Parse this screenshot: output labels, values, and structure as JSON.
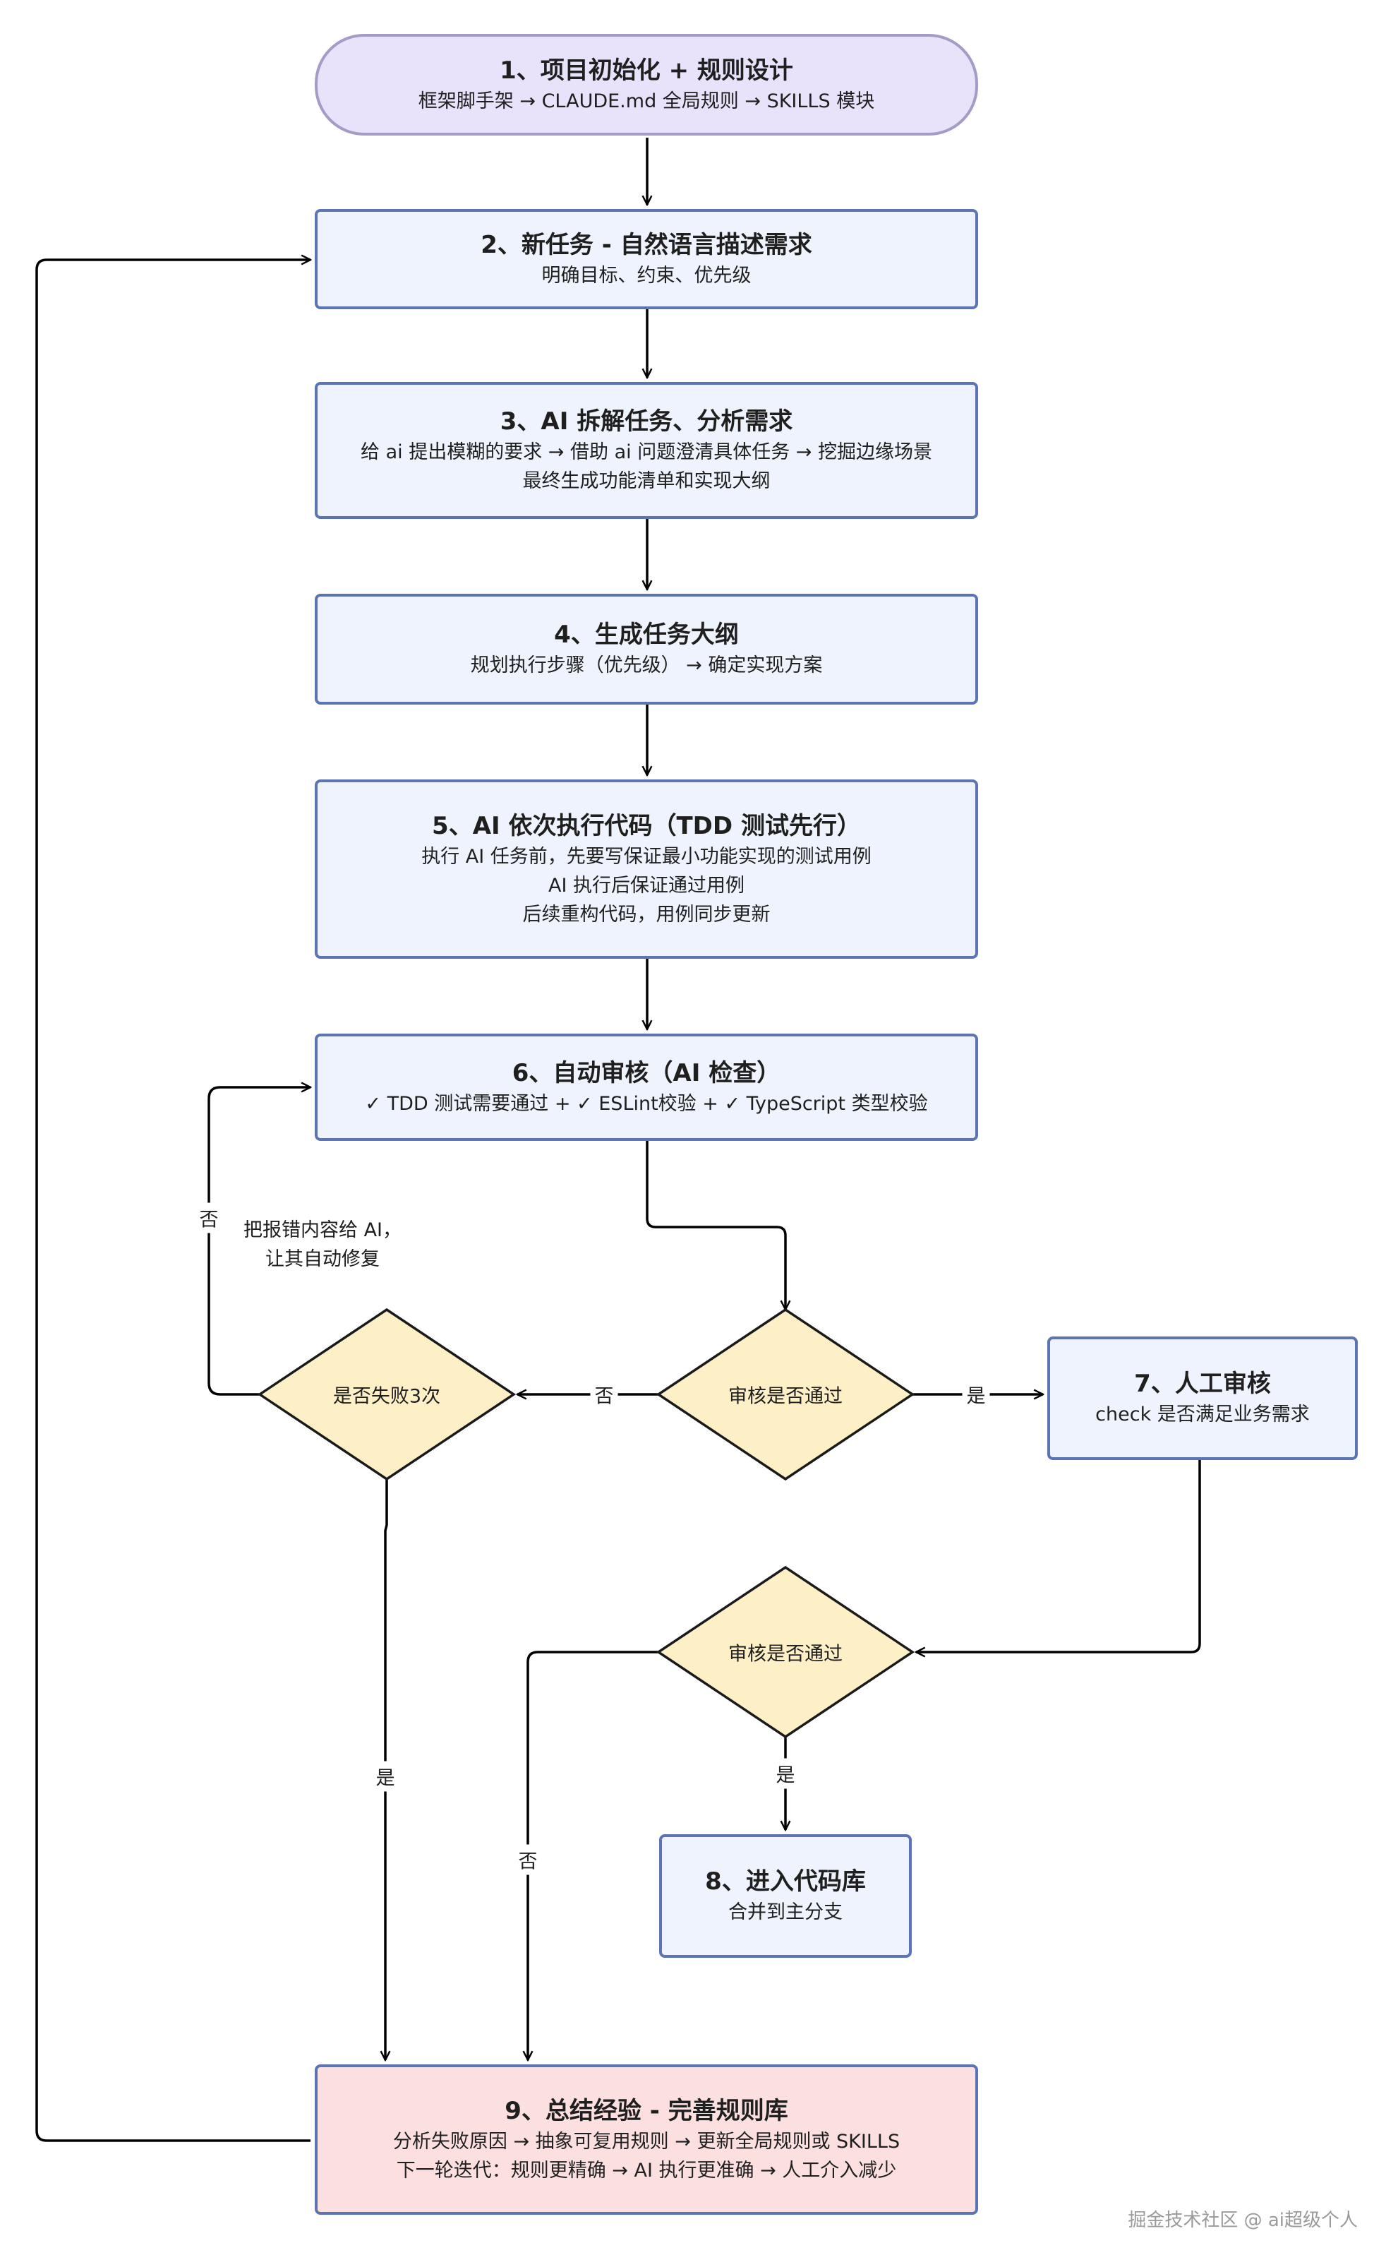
{
  "colors": {
    "line": "#000000",
    "box_border": "#5c74b4",
    "box_fill": "#eef3fd",
    "start_fill": "#e8e3fa",
    "start_border": "#a59cc5",
    "summary_fill": "#fce0df",
    "decision_fill": "#fdf0c6",
    "decision_border": "#1a1a1a"
  },
  "nodes": {
    "step1": {
      "title": "1、项目初始化 + 规则设计",
      "lines": [
        "框架脚手架 → CLAUDE.md 全局规则 → SKILLS 模块"
      ]
    },
    "step2": {
      "title": "2、新任务 - 自然语言描述需求",
      "lines": [
        "明确目标、约束、优先级"
      ]
    },
    "step3": {
      "title": "3、AI 拆解任务、分析需求",
      "lines": [
        "给 ai 提出模糊的要求 → 借助 ai 问题澄清具体任务 → 挖掘边缘场景",
        "最终生成功能清单和实现大纲"
      ]
    },
    "step4": {
      "title": "4、生成任务大纲",
      "lines": [
        "规划执行步骤（优先级） → 确定实现方案"
      ]
    },
    "step5": {
      "title": "5、AI 依次执行代码（TDD 测试先行）",
      "lines": [
        "执行 AI 任务前，先要写保证最小功能实现的测试用例",
        "AI 执行后保证通过用例",
        "后续重构代码，用例同步更新"
      ]
    },
    "step6": {
      "title": "6、自动审核（AI 检查）",
      "lines": [
        "✓ TDD 测试需要通过 + ✓ ESLint校验 + ✓ TypeScript 类型校验"
      ]
    },
    "step7": {
      "title": "7、人工审核",
      "lines": [
        "check 是否满足业务需求"
      ]
    },
    "step8": {
      "title": "8、进入代码库",
      "lines": [
        "合并到主分支"
      ]
    },
    "step9": {
      "title": "9、总结经验 - 完善规则库",
      "lines": [
        "分析失败原因 → 抽象可复用规则 → 更新全局规则或 SKILLS",
        "下一轮迭代：规则更精确 → AI 执行更准确 → 人工介入减少"
      ]
    }
  },
  "decisions": {
    "auto_review": "审核是否通过",
    "fail_check": "是否失败3次",
    "manual_review": "审核是否通过"
  },
  "edge_labels": {
    "auto_review_no": "否",
    "auto_review_yes": "是",
    "fail_check_no": "否",
    "fail_check_yes": "是",
    "manual_review_yes": "是",
    "manual_review_no": "否"
  },
  "notes": {
    "fix_note": [
      "把报错内容给 AI，",
      "让其自动修复"
    ]
  },
  "watermark": "掘金技术社区 @ ai超级个人"
}
